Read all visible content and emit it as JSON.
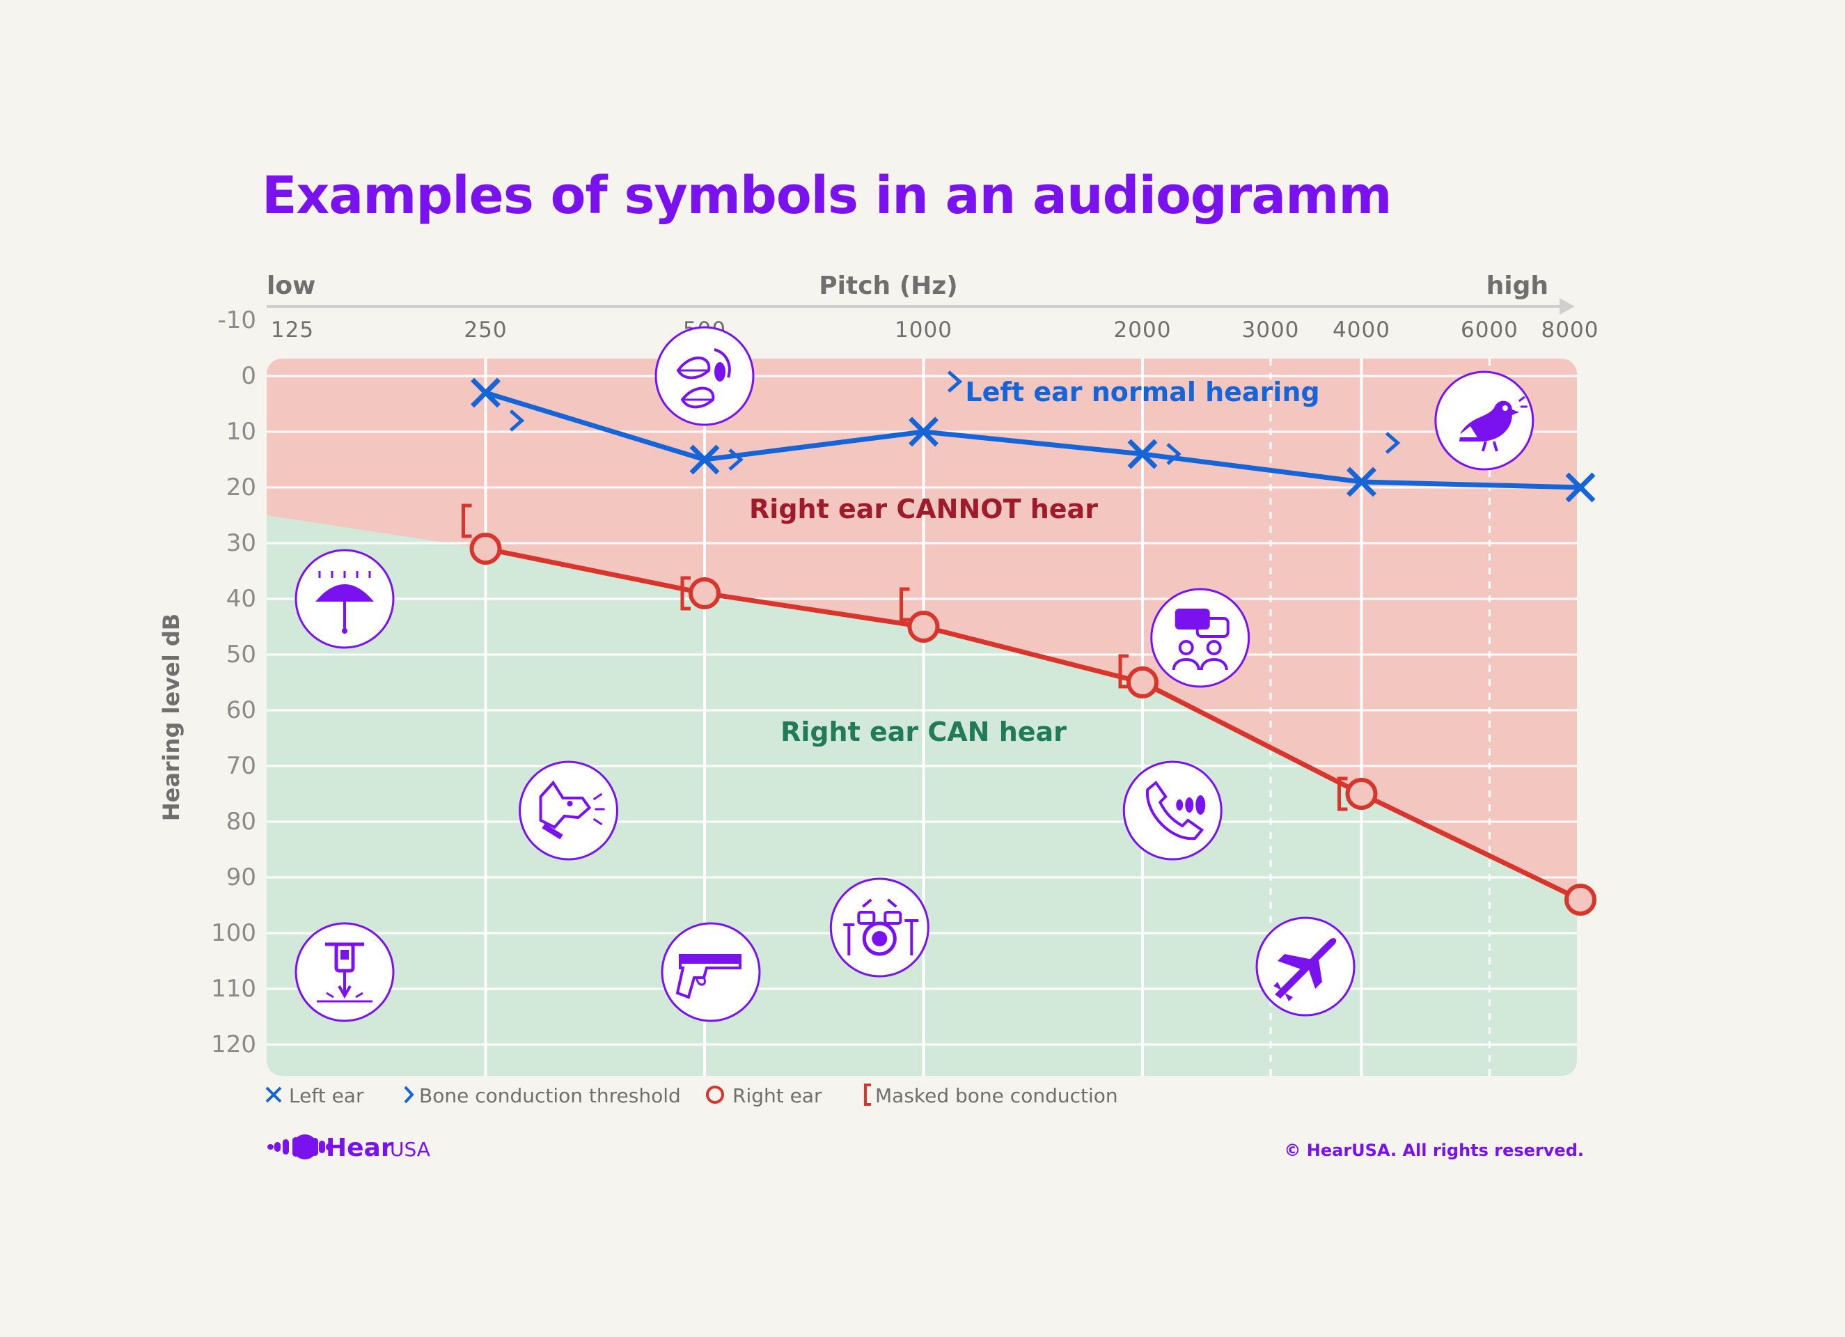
{
  "page": {
    "title": "Examples of symbols in an audiogramm",
    "copyright": "© HearUSA. All rights reserved.",
    "brand": {
      "name": "Hear",
      "suffix": "USA"
    }
  },
  "colors": {
    "background": "#f5f4ee",
    "title": "#7a12f0",
    "cannot_hear_zone": "#f4c6c0",
    "can_hear_zone": "#d2e9da",
    "left_ear": "#1565d8",
    "right_ear": "#d8352c",
    "zone_cannot_label": "#9e1b2c",
    "zone_can_label": "#217a58",
    "icon_color": "#7a12f0",
    "axis_text": "#6f6f6f"
  },
  "chart_data": {
    "type": "line",
    "xlabel": "Pitch (Hz)",
    "x_low_label": "low",
    "x_high_label": "high",
    "ylabel": "Hearing level dB",
    "x_ticks": [
      125,
      250,
      500,
      1000,
      2000,
      3000,
      4000,
      6000,
      8000
    ],
    "x_major": [
      250,
      500,
      1000,
      2000,
      4000
    ],
    "x_dashed": [
      3000,
      6000
    ],
    "y_ticks": [
      -10,
      0,
      10,
      20,
      30,
      40,
      50,
      60,
      70,
      80,
      90,
      100,
      110,
      120
    ],
    "ylim": [
      -10,
      120
    ],
    "y_inverted": true,
    "x_scale": "log",
    "grid": true,
    "legend_position": "bottom-left",
    "series": [
      {
        "name": "Left ear",
        "marker": "x",
        "x": [
          250,
          500,
          1000,
          2000,
          4000,
          8000
        ],
        "y": [
          3,
          15,
          10,
          14,
          19,
          20
        ]
      },
      {
        "name": "Right ear",
        "marker": "o",
        "x": [
          250,
          500,
          1000,
          2000,
          4000,
          8000
        ],
        "y": [
          31,
          39,
          45,
          55,
          75,
          94
        ]
      },
      {
        "name": "Bone conduction threshold",
        "marker": ">",
        "x": [
          250,
          500,
          1000,
          2000,
          4000
        ],
        "y": [
          8,
          15,
          1,
          14,
          12
        ]
      },
      {
        "name": "Masked bone conduction",
        "marker": "[",
        "x": [
          250,
          500,
          1000,
          2000,
          4000
        ],
        "y": [
          26,
          39,
          41,
          53,
          75
        ]
      }
    ],
    "zone_boundary": {
      "x": [
        125,
        250,
        500,
        1000,
        2000,
        4000,
        8000
      ],
      "y": [
        25,
        31,
        39,
        45,
        55,
        75,
        94
      ]
    },
    "annotations": [
      {
        "text": "Left ear normal hearing",
        "x": 2000,
        "y": 3,
        "color": "left_ear"
      },
      {
        "text": "Right ear CANNOT hear",
        "x": 1000,
        "y": 24,
        "color": "zone_cannot_label"
      },
      {
        "text": "Right ear CAN hear",
        "x": 1000,
        "y": 64,
        "color": "zone_can_label"
      }
    ],
    "icons": [
      {
        "name": "falling-leaves-icon",
        "x": 500,
        "y": 0
      },
      {
        "name": "bird-icon",
        "x": 5900,
        "y": 8
      },
      {
        "name": "umbrella-rain-icon",
        "x": 160,
        "y": 40
      },
      {
        "name": "conversation-icon",
        "x": 2400,
        "y": 47
      },
      {
        "name": "barking-dog-icon",
        "x": 325,
        "y": 78
      },
      {
        "name": "phone-ringing-icon",
        "x": 2200,
        "y": 78
      },
      {
        "name": "drum-kit-icon",
        "x": 870,
        "y": 99
      },
      {
        "name": "pistol-icon",
        "x": 510,
        "y": 107
      },
      {
        "name": "jackhammer-icon",
        "x": 160,
        "y": 107
      },
      {
        "name": "airplane-icon",
        "x": 3350,
        "y": 106
      }
    ]
  },
  "legend": [
    {
      "symbol": "x",
      "label": "Left ear"
    },
    {
      "symbol": ">",
      "label": "Bone conduction threshold"
    },
    {
      "symbol": "o",
      "label": "Right ear"
    },
    {
      "symbol": "[",
      "label": "Masked bone conduction"
    }
  ]
}
